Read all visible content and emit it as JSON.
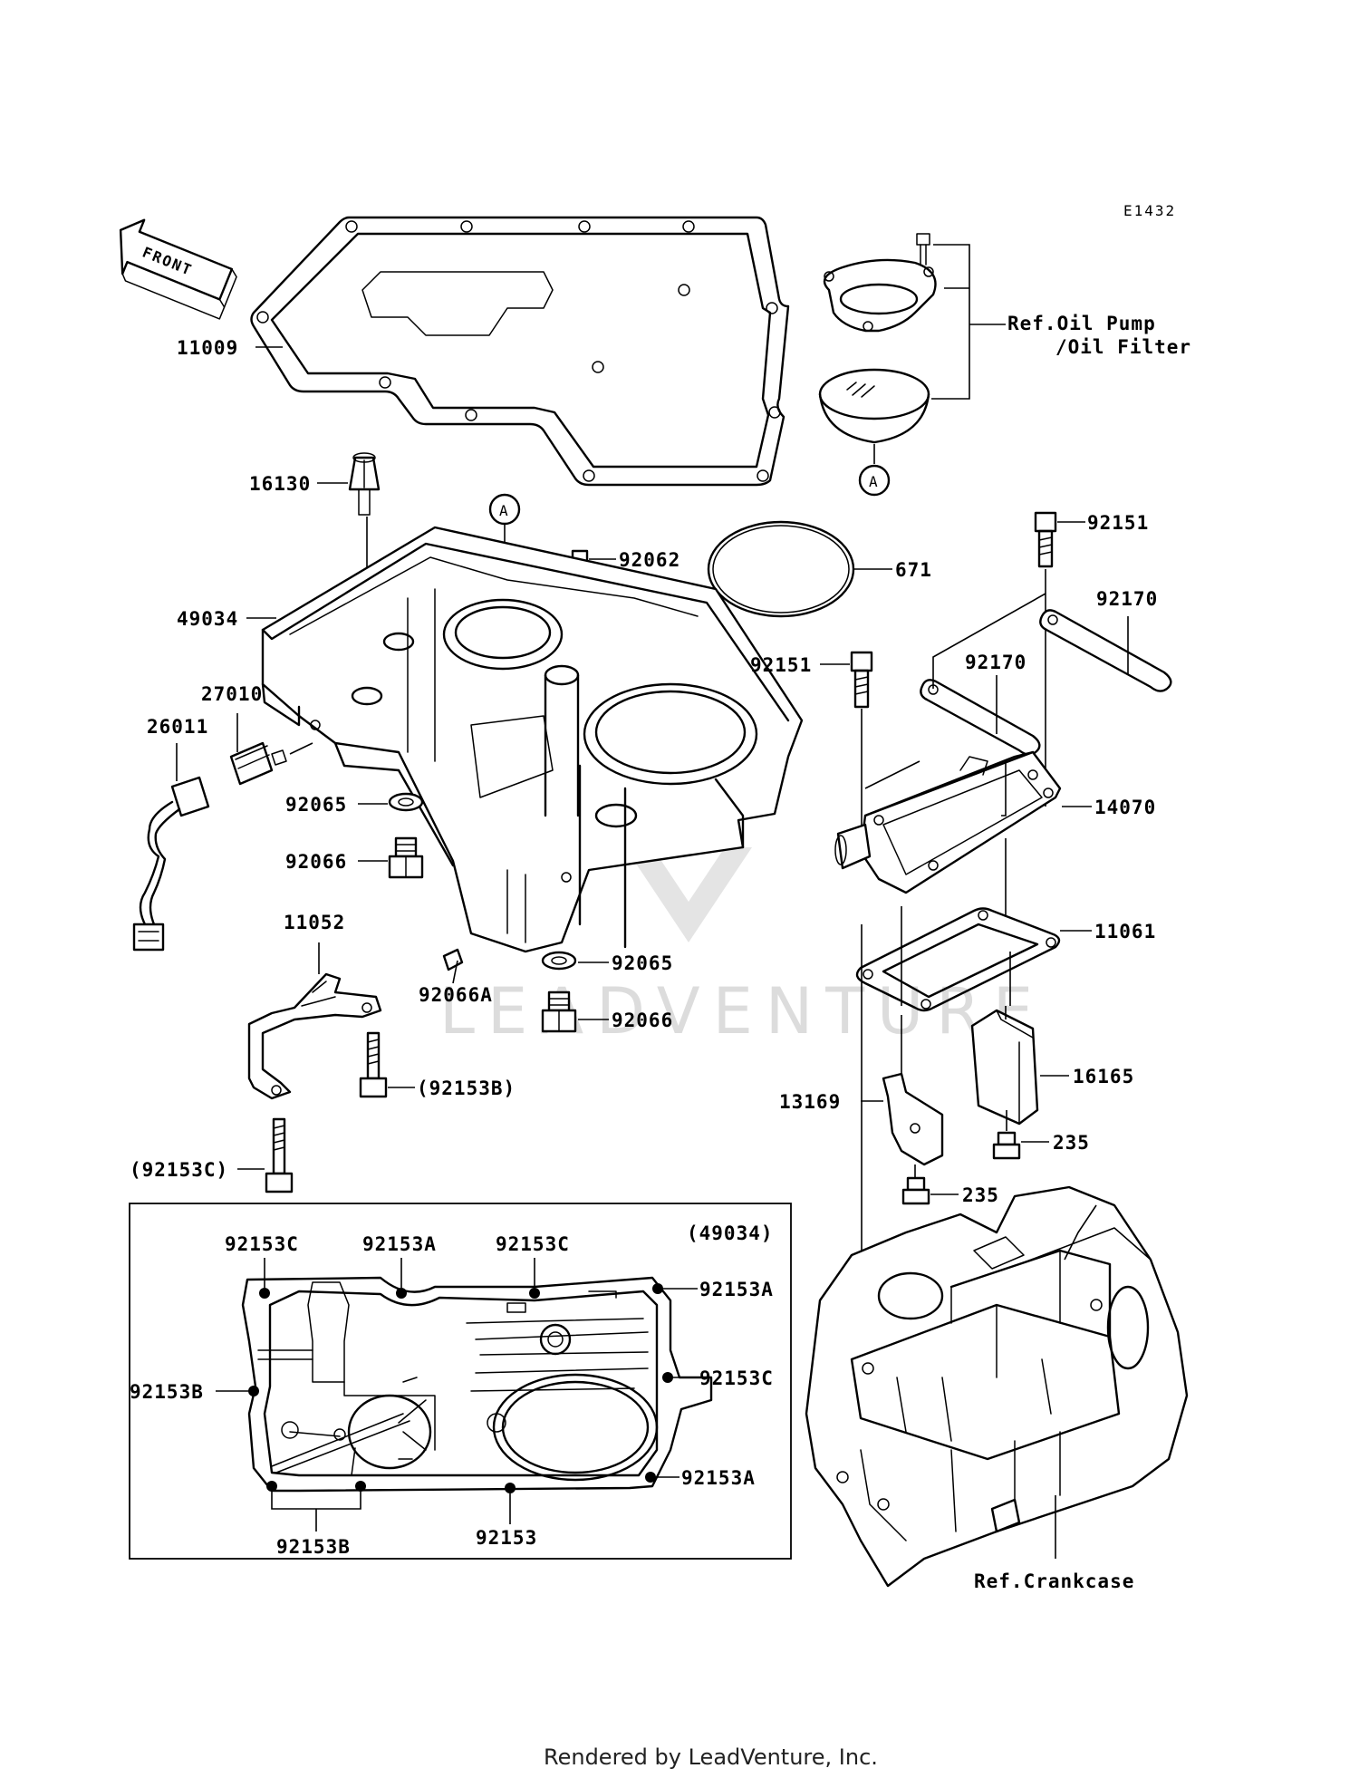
{
  "diagram_code": "E1432",
  "front_arrow_label": "FRONT",
  "watermark": "LEADVENTURE",
  "footer": "Rendered by LeadVenture, Inc.",
  "callout_a": "A",
  "labels": {
    "p11009": "11009",
    "p16130": "16130",
    "p49034": "49034",
    "p27010": "27010",
    "p26011": "26011",
    "p92065_left": "92065",
    "p92066_left": "92066",
    "p92066A": "92066A",
    "p92065_right": "92065",
    "p92066_right": "92066",
    "p92062": "92062",
    "p671": "671",
    "p11052": "11052",
    "p92153B_paren": "(92153B)",
    "p92153C_paren": "(92153C)",
    "ref_oil_pump_1": "Ref.Oil Pump",
    "ref_oil_pump_2": "/Oil Filter",
    "p92151_top": "92151",
    "p92151_mid": "92151",
    "p92170_right": "92170",
    "p92170_left": "92170",
    "p14070": "14070",
    "p11061": "11061",
    "p16165": "16165",
    "p13169": "13169",
    "p235_right": "235",
    "p235_left": "235",
    "ref_crankcase": "Ref.Crankcase",
    "inset_title": "(49034)",
    "inset_92153C_1": "92153C",
    "inset_92153A_1": "92153A",
    "inset_92153C_2": "92153C",
    "inset_92153A_2": "92153A",
    "inset_92153B_1": "92153B",
    "inset_92153C_3": "92153C",
    "inset_92153A_3": "92153A",
    "inset_92153B_2": "92153B",
    "inset_92153": "92153"
  }
}
